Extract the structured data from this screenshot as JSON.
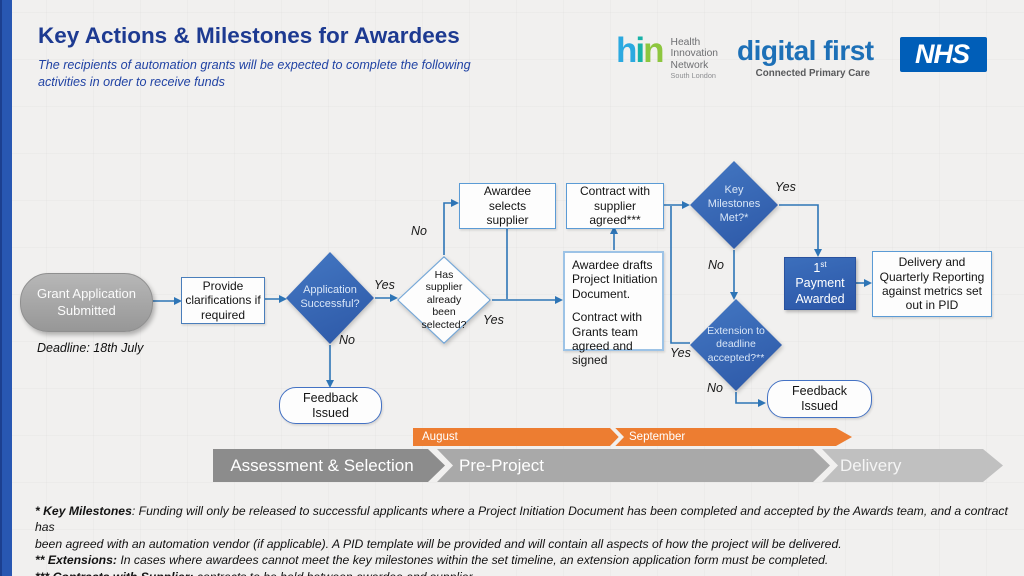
{
  "slide": {
    "title": "Key Actions & Milestones for Awardees",
    "subtitle": "The recipients of automation grants will be expected to complete the following activities in order to receive funds"
  },
  "logos": {
    "hin": {
      "h": "h",
      "i": "i",
      "n": "n",
      "lines": [
        "Health",
        "Innovation",
        "Network"
      ],
      "sub": "South London"
    },
    "digital_first": {
      "name": "digital first",
      "tagline": "Connected Primary Care"
    },
    "nhs": {
      "name": "NHS"
    }
  },
  "flowchart": {
    "nodes": {
      "grant_submitted": "Grant Application Submitted",
      "deadline_note": "Deadline: 18th July",
      "provide_clarifications": "Provide clarifications if required",
      "application_successful": "Application Successful?",
      "feedback_issued_left": "Feedback Issued",
      "has_supplier": "Has supplier already been selected?",
      "awardee_selects": "Awardee selects supplier",
      "contract_supplier": "Contract with supplier agreed***",
      "awardee_drafts_para1": "Awardee drafts Project Initiation Document.",
      "awardee_drafts_para2": "Contract with Grants team agreed and signed",
      "key_milestones": "Key Milestones Met?*",
      "first_payment": {
        "num": "1",
        "sup": "st",
        "line2": "Payment",
        "line3": "Awarded"
      },
      "delivery_reporting": "Delivery and Quarterly Reporting against metrics set out in PID",
      "extension": "Extension to deadline accepted?**",
      "feedback_issued_right": "Feedback Issued"
    },
    "edge_labels": {
      "yes1": "Yes",
      "no1": "No",
      "no2": "No",
      "yes2": "Yes",
      "yes3": "Yes",
      "no3": "No",
      "yes4": "Yes",
      "no4": "No"
    }
  },
  "timeline": {
    "months": [
      {
        "label": "August"
      },
      {
        "label": "September"
      }
    ],
    "phases": [
      {
        "label": "Assessment & Selection"
      },
      {
        "label": "Pre-Project"
      },
      {
        "label": "Delivery"
      }
    ]
  },
  "footnotes": [
    {
      "bold": "* Key Milestones",
      "rest": ": Funding will only be released to successful applicants where a Project Initiation Document has been completed and accepted by the Awards team, and a contract has"
    },
    {
      "bold": "",
      "rest": "been agreed with an automation vendor (if applicable). A PID template will be provided and will contain all aspects of how the project will be delivered."
    },
    {
      "bold": "** Extensions:",
      "rest": " In cases where awardees cannot meet the key milestones within the set timeline, an extension application form must be completed."
    },
    {
      "bold": "*** Contracts with Supplier:",
      "rest": " contracts to be held between awardee and supplier."
    }
  ],
  "colors": {
    "accent_bar": "#2857B2",
    "title": "#1D3A91",
    "diamond_blue": "#3465B4",
    "arrow": "#2E75B6",
    "months_orange": "#ED7D31",
    "nhs_blue": "#005EB8",
    "phase_grays": [
      "#8C8C8C",
      "#A9A9A9",
      "#C0C0C0"
    ]
  }
}
